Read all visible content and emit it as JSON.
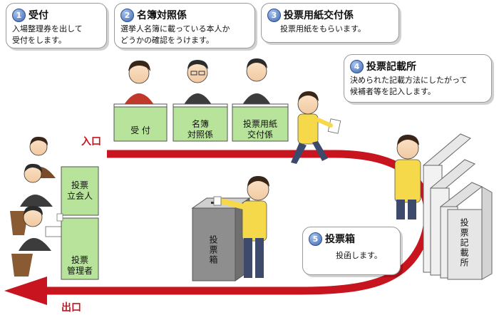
{
  "steps": [
    {
      "num": "1",
      "title": "受付",
      "desc": "入場整理券を出して\n受付をします。"
    },
    {
      "num": "2",
      "title": "名簿対照係",
      "desc": "選挙人名簿に載っている本人か\nどうかの確認をうけます。"
    },
    {
      "num": "3",
      "title": "投票用紙交付係",
      "desc": "投票用紙をもらいます。"
    },
    {
      "num": "4",
      "title": "投票記載所",
      "desc": "決められた記載方法にしたがって\n候補者等を記入します。"
    },
    {
      "num": "5",
      "title": "投票箱",
      "desc": "投函します。"
    }
  ],
  "desks": {
    "uketsuke": "受 付",
    "meibo": "名簿\n対照係",
    "koufu": "投票用紙\n交付係",
    "tachiai": "投票\n立会人",
    "kanri": "投票\n管理者"
  },
  "ballot_box_label": "投票箱",
  "booth_label": "投票記載所",
  "entrance": "入口",
  "exit": "出口",
  "colors": {
    "arrow": "#c8141e",
    "desk": "#b7e39a",
    "accent": "#3f68b3"
  }
}
